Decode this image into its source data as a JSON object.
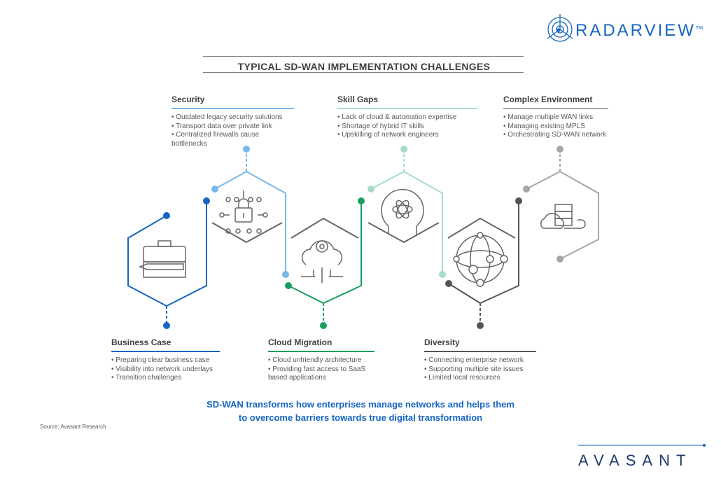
{
  "header": {
    "brand": "RADARVIEW",
    "trademark": "TM",
    "title": "TYPICAL SD-WAN IMPLEMENTATION CHALLENGES"
  },
  "challenges": [
    {
      "title": "Security",
      "color": "#7ab8e8",
      "icon": "circuit-lock-icon",
      "points": [
        "Outdated legacy security solutions",
        "Transport data over private link",
        "Centralized firewalls cause bottlenecks"
      ]
    },
    {
      "title": "Skill Gaps",
      "color": "#a8dcc8",
      "icon": "head-atom-icon",
      "points": [
        "Lack of cloud & automation expertise",
        "Shortage of hybrid IT skills",
        "Upskilling of network engineers"
      ]
    },
    {
      "title": "Complex Environment",
      "color": "#a6a6a6",
      "icon": "cloud-server-icon",
      "points": [
        "Manage multiple WAN links",
        "Managing existing MPLS",
        "Orchestrating SD-WAN network"
      ]
    },
    {
      "title": "Business Case",
      "color": "#1565c0",
      "icon": "briefcase-icon",
      "points": [
        "Preparing clear business case",
        "Visibility into network underlays",
        "Transition challenges"
      ]
    },
    {
      "title": "Cloud Migration",
      "color": "#1a9e5f",
      "icon": "cloud-gear-icon",
      "points": [
        "Cloud unfriendly architecture",
        "Providing fast access to SaaS based applications"
      ]
    },
    {
      "title": "Diversity",
      "color": "#555555",
      "icon": "globe-network-icon",
      "points": [
        "Connecting enterprise network",
        "Supporting multiple site issues",
        "Limited local resources"
      ]
    }
  ],
  "footer": {
    "tagline_line1": "SD-WAN transforms how enterprises manage networks and helps them",
    "tagline_line2": "to overcome barriers towards true digital transformation",
    "source": "Source: Avasant Research",
    "company": "AVASANT"
  }
}
